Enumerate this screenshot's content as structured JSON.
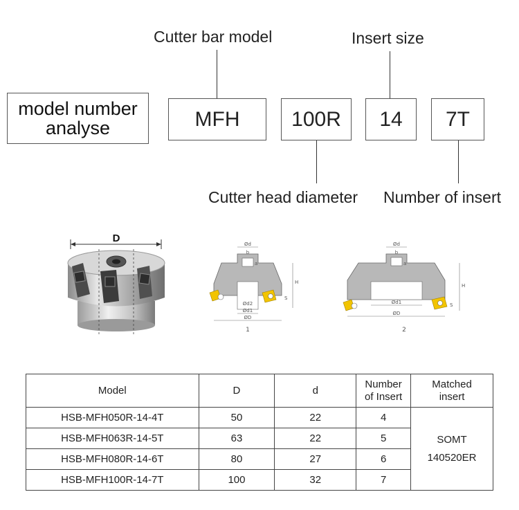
{
  "title": {
    "line1": "model number",
    "line2": "analyse"
  },
  "codes": [
    {
      "code": "MFH",
      "label": "Cutter bar model"
    },
    {
      "code": "100R",
      "label": "Cutter head diameter"
    },
    {
      "code": "14",
      "label": "Insert size"
    },
    {
      "code": "7T",
      "label": "Number of insert"
    }
  ],
  "photo": {
    "dimension_label": "D"
  },
  "diagrams": [
    {
      "number": "1",
      "labels": [
        "Ød",
        "b",
        "a",
        "H",
        "S",
        "Ød2",
        "Ød1",
        "ØD"
      ]
    },
    {
      "number": "2",
      "labels": [
        "Ød",
        "b",
        "a",
        "H",
        "S",
        "Ød1",
        "ØD"
      ]
    }
  ],
  "table": {
    "headers": [
      "Model",
      "D",
      "d",
      "Number of Insert",
      "Matched insert"
    ],
    "header_lines": {
      "number_of_insert": [
        "Number",
        "of Insert"
      ],
      "matched_insert": [
        "Matched",
        "insert"
      ]
    },
    "rows": [
      {
        "model": "HSB-MFH050R-14-4T",
        "D": "50",
        "d": "22",
        "inserts": "4"
      },
      {
        "model": "HSB-MFH063R-14-5T",
        "D": "63",
        "d": "22",
        "inserts": "5"
      },
      {
        "model": "HSB-MFH080R-14-6T",
        "D": "80",
        "d": "27",
        "inserts": "6"
      },
      {
        "model": "HSB-MFH100R-14-7T",
        "D": "100",
        "d": "32",
        "inserts": "7"
      }
    ],
    "matched_insert": [
      "SOMT",
      "140520ER"
    ]
  },
  "colors": {
    "border": "#555555",
    "text": "#222222",
    "insert_yellow": "#f2c400",
    "steel": "#c8c8c8"
  }
}
